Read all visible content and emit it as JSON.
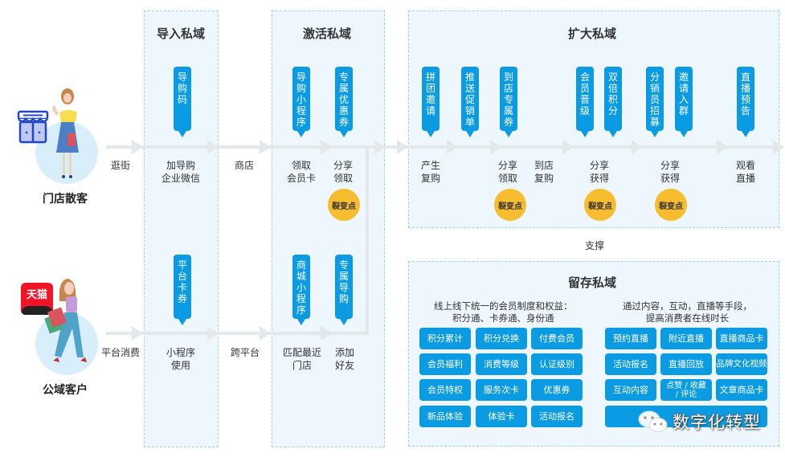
{
  "zones": {
    "import": {
      "title": "导入私域"
    },
    "activate": {
      "title": "激活私域"
    },
    "expand": {
      "title": "扩大私域"
    },
    "retain": {
      "title": "留存私域"
    }
  },
  "customers": [
    {
      "name": "门店散客",
      "icon": "store-icon",
      "badge_icon": "store-icon"
    },
    {
      "name": "公域客户",
      "icon": "tmall-icon",
      "badge_text": "天猫"
    }
  ],
  "top_flow": {
    "steps": [
      {
        "text": "逛街"
      },
      {
        "text": "加导购\n企业微信"
      },
      {
        "text": "商店"
      },
      {
        "text": "领取\n会员卡"
      },
      {
        "text": "分享\n领取"
      },
      {
        "text": "产生\n复购"
      },
      {
        "text": "分享\n领取"
      },
      {
        "text": "到店\n复购"
      },
      {
        "text": "分享\n获得"
      },
      {
        "text": "分享\n获得"
      },
      {
        "text": "观看\n直播"
      }
    ],
    "pins": [
      {
        "text": "导购码"
      },
      {
        "text": "导购小程序"
      },
      {
        "text": "专属优惠券"
      },
      {
        "text": "拼团邀请"
      },
      {
        "text": "推送促销单"
      },
      {
        "text": "到店专属券"
      },
      {
        "text": "会员晋级"
      },
      {
        "text": "双倍积分"
      },
      {
        "text": "分销员招募"
      },
      {
        "text": "邀请入群"
      },
      {
        "text": "直播预告"
      }
    ],
    "badge": "裂变点"
  },
  "bottom_flow": {
    "steps": [
      {
        "text": "平台消费"
      },
      {
        "text": "小程序\n使用"
      },
      {
        "text": "跨平台"
      },
      {
        "text": "匹配最近\n门店"
      },
      {
        "text": "添加\n好友"
      }
    ],
    "pins": [
      {
        "text": "平台卡券"
      },
      {
        "text": "商城小程序"
      },
      {
        "text": "专属导购"
      }
    ]
  },
  "support_label": "支撑",
  "retain": {
    "left_desc": "线上线下统一的会员制度和权益：\n积分通、卡券通、身份通",
    "right_desc": "通过内容，互动，直播等手段，\n提高消费者在线时长",
    "left_items": [
      "积分累计",
      "积分兑换",
      "付费会员",
      "会员福利",
      "消费等级",
      "认证级别",
      "会员特权",
      "服务次卡",
      "优惠券",
      "新品体验",
      "体验卡",
      "活动报名"
    ],
    "right_items": [
      "预约直播",
      "附近直播",
      "直播商品卡",
      "活动报名",
      "直播回放",
      "品牌文化视频",
      "互动内容",
      "点赞 / 收藏 / 评论",
      "文章商品卡"
    ]
  },
  "watermark": {
    "text": "数字化转型",
    "icon": "wechat-icon"
  },
  "colors": {
    "pin": "#0b9be3",
    "badge": "#f7bd2e",
    "zone_bg": "#eef7fd",
    "zone_border": "#9fd3ee",
    "flow_line": "#e3e8ea"
  }
}
